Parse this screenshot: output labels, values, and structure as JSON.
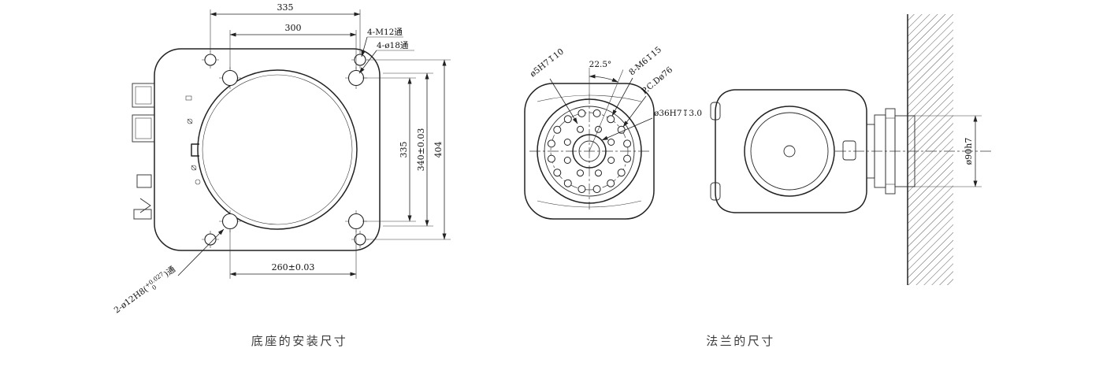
{
  "captions": {
    "base": "底座的安装尺寸",
    "flange": "法兰的尺寸"
  },
  "base_drawing": {
    "dim_top_outer": "335",
    "dim_top_inner": "300",
    "label_m12": "4-M12通",
    "label_d18": "4-ø18通",
    "dim_right_inner": "335",
    "dim_right_mid": "340±0.03",
    "dim_right_outer": "404",
    "dim_bottom": "260±0.03",
    "dowel_prefix": "2-ø12H8(",
    "dowel_sup": "+0.027",
    "dowel_sub": "0",
    "dowel_suffix": ")通"
  },
  "flange_drawing": {
    "label_dowel": "ø5H7↧10",
    "label_angle": "22.5°",
    "label_tap": "8-M6↧15",
    "label_pcd": "P.C.Dø76",
    "label_bore": "ø36H7↧3.0",
    "label_pilot": "ø90h7"
  },
  "colors": {
    "line": "#222222",
    "background": "#ffffff"
  }
}
